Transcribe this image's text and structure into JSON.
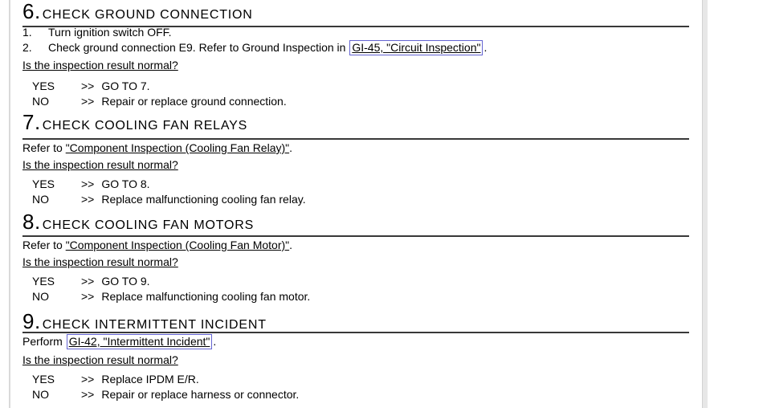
{
  "page": {
    "text_color": "#000000",
    "rule_color": "#383838",
    "link_box_color": "#6464d2",
    "edge_line_color": "#d9d9d9"
  },
  "sections": [
    {
      "number": "6.",
      "title": "CHECK GROUND CONNECTION",
      "steps": [
        {
          "num": "1.",
          "text": "Turn ignition switch OFF."
        },
        {
          "num": "2.",
          "prefix": "Check ground connection E9. Refer to Ground Inspection in ",
          "link": "GI-45, \"Circuit Inspection\"",
          "suffix": "."
        }
      ],
      "question": "Is the inspection result normal?",
      "results": [
        {
          "label": "YES",
          "arrow": ">>",
          "text": "GO TO 7."
        },
        {
          "label": "NO",
          "arrow": ">>",
          "text": "Repair or replace ground connection."
        }
      ]
    },
    {
      "number": "7.",
      "title": "CHECK COOLING FAN RELAYS",
      "action": {
        "prefix": "Refer to ",
        "link": "\"Component Inspection (Cooling Fan Relay)\"",
        "suffix": "."
      },
      "question": "Is the inspection result normal?",
      "results": [
        {
          "label": "YES",
          "arrow": ">>",
          "text": "GO TO 8."
        },
        {
          "label": "NO",
          "arrow": ">>",
          "text": "Replace malfunctioning cooling fan relay."
        }
      ]
    },
    {
      "number": "8.",
      "title": "CHECK COOLING FAN MOTORS",
      "action": {
        "prefix": "Refer to ",
        "link": "\"Component Inspection (Cooling Fan Motor)\"",
        "suffix": "."
      },
      "question": "Is the inspection result normal?",
      "results": [
        {
          "label": "YES",
          "arrow": ">>",
          "text": "GO TO 9."
        },
        {
          "label": "NO",
          "arrow": ">>",
          "text": "Replace malfunctioning cooling fan motor."
        }
      ]
    },
    {
      "number": "9.",
      "title": "CHECK INTERMITTENT INCIDENT",
      "action": {
        "prefix": "Perform ",
        "link": "GI-42, \"Intermittent Incident\"",
        "suffix": "."
      },
      "question": "Is the inspection result normal?",
      "results": [
        {
          "label": "YES",
          "arrow": ">>",
          "text": "Replace IPDM E/R."
        },
        {
          "label": "NO",
          "arrow": ">>",
          "text": "Repair or replace harness or connector."
        }
      ]
    }
  ]
}
